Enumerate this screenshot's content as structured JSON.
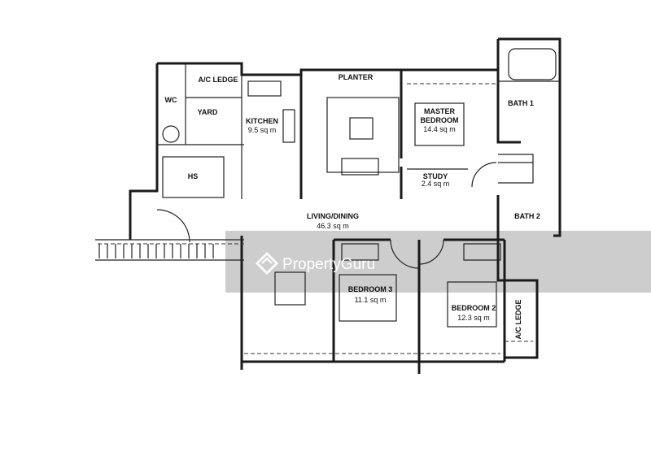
{
  "rooms": {
    "wc": "WC",
    "ac_ledge_top": "A/C LEDGE",
    "yard": "YARD",
    "kitchen": {
      "name": "KITCHEN",
      "area": "9.5 sq m"
    },
    "hs": "HS",
    "planter": "PLANTER",
    "master_bedroom": {
      "name1": "MASTER",
      "name2": "BEDROOM",
      "area": "14.4 sq m"
    },
    "bath1": "BATH 1",
    "study": {
      "name": "STUDY",
      "area": "2.4 sq m"
    },
    "bath2": "BATH 2",
    "living_dining": {
      "name": "LIVING/DINING",
      "area": "46.3 sq m"
    },
    "bedroom3": {
      "name": "BEDROOM 3",
      "area": "11.1 sq m"
    },
    "bedroom2": {
      "name": "BEDROOM 2",
      "area": "12.3 sq m"
    },
    "ac_ledge_side": "A/C LEDGE"
  },
  "watermark": {
    "text": "PropertyGuru",
    "band_color": "#b9b9b9"
  }
}
